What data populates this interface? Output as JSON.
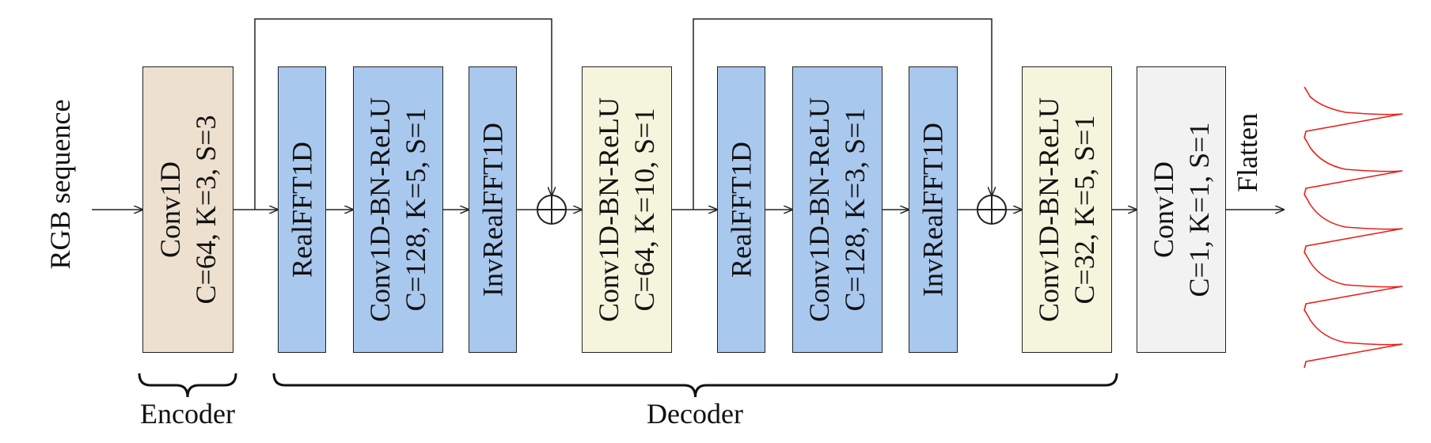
{
  "input_label": "RGB  sequence",
  "output_label": "Flatten",
  "colors": {
    "encoder": "#ede0cf",
    "fft": "#a9c8ee",
    "conv_bn": "#f5f5dd",
    "output_conv": "#f2f2f2",
    "line": "#222222",
    "signal": "#e8211b"
  },
  "blocks": [
    {
      "name": "encoder-conv1d-block",
      "lines": [
        "Conv1D",
        "C=64,  K=3,  S=3"
      ],
      "color": "encoder"
    },
    {
      "name": "realfft1d-block-1",
      "lines": [
        "RealFFT1D"
      ],
      "color": "fft"
    },
    {
      "name": "conv1d-bn-relu-block-1",
      "lines": [
        "Conv1D-BN-ReLU",
        "C=128,  K=5,  S=1"
      ],
      "color": "fft"
    },
    {
      "name": "invrealfft1d-block-1",
      "lines": [
        "InvRealFFT1D"
      ],
      "color": "fft"
    },
    {
      "name": "conv1d-bn-relu-block-2",
      "lines": [
        "Conv1D-BN-ReLU",
        "C=64,  K=10,  S=1"
      ],
      "color": "conv_bn"
    },
    {
      "name": "realfft1d-block-2",
      "lines": [
        "RealFFT1D"
      ],
      "color": "fft"
    },
    {
      "name": "conv1d-bn-relu-block-3",
      "lines": [
        "Conv1D-BN-ReLU",
        "C=128,  K=3,  S=1"
      ],
      "color": "fft"
    },
    {
      "name": "invrealfft1d-block-2",
      "lines": [
        "InvRealFFT1D"
      ],
      "color": "fft"
    },
    {
      "name": "conv1d-bn-relu-block-4",
      "lines": [
        "Conv1D-BN-ReLU",
        "C=32,  K=5,  S=1"
      ],
      "color": "conv_bn"
    },
    {
      "name": "output-conv1d-block",
      "lines": [
        "Conv1D",
        "C=1,  K=1,  S=1"
      ],
      "color": "output_conv"
    }
  ],
  "groups": [
    {
      "name": "encoder-group-label",
      "label": "Encoder"
    },
    {
      "name": "decoder-group-label",
      "label": "Decoder"
    }
  ],
  "skip_connections": [
    {
      "from_after_block": 0,
      "to_add_before_block": 4
    },
    {
      "from_after_block": 4,
      "to_add_before_block": 8
    }
  ]
}
